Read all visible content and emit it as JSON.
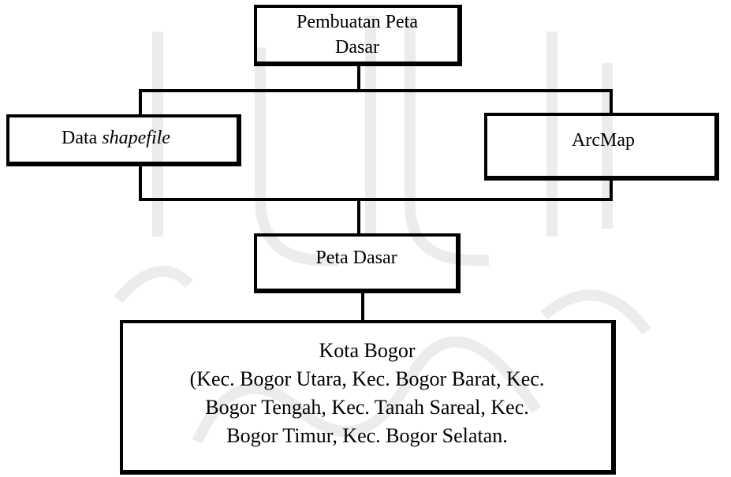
{
  "diagram": {
    "top_box": {
      "line1": "Pembuatan Peta",
      "line2": "Dasar"
    },
    "left_box": {
      "prefix": "Data ",
      "italic": "shapefile"
    },
    "right_box": {
      "label": "ArcMap"
    },
    "middle_box": {
      "label": "Peta Dasar"
    },
    "bottom_box": {
      "line1": "Kota Bogor",
      "line2": "(Kec. Bogor Utara, Kec. Bogor Barat, Kec.",
      "line3": "Bogor Tengah, Kec. Tanah Sareal, Kec.",
      "line4": "Bogor Timur, Kec. Bogor Selatan."
    }
  },
  "colors": {
    "line": "#000000",
    "background": "#ffffff",
    "watermark": "#ececec"
  }
}
